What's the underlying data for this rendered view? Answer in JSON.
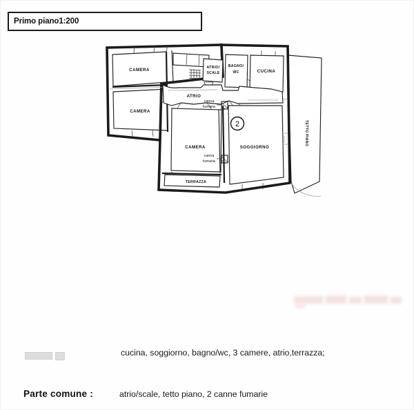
{
  "document": {
    "title_box_text": "Primo piano1:200"
  },
  "plan": {
    "marker": "2",
    "rooms": [
      {
        "id": "camera-1",
        "label": "CAMERA"
      },
      {
        "id": "camera-2",
        "label": "CAMERA"
      },
      {
        "id": "atrio-scale",
        "label_line1": "ATRIO/",
        "label_line2": "SCALE"
      },
      {
        "id": "bagno-wc",
        "label_line1": "BAGNO/",
        "label_line2": "WC"
      },
      {
        "id": "cucina",
        "label": "CUCINA"
      },
      {
        "id": "atrio",
        "label": "ATRIO"
      },
      {
        "id": "camera-3",
        "label": "CAMERA"
      },
      {
        "id": "soggiorno",
        "label": "SOGGIORNO"
      },
      {
        "id": "terrazza",
        "label": "TERRAZZA"
      },
      {
        "id": "tetto-piano",
        "label": "TETTO PIANO"
      }
    ],
    "annotations": [
      {
        "id": "canna-fumaria-1",
        "line1": "canna",
        "line2": "fumaria"
      },
      {
        "id": "canna-fumaria-2",
        "line1": "canna",
        "line2": "fumaria"
      }
    ]
  },
  "legend": {
    "private_units": "cucina, soggiorno, bagno/wc, 3 camere, atrio,terrazza;"
  },
  "footer": {
    "common_label": "Parte comune :",
    "common_value": "atrio/scale, tetto piano, 2 canne fumarie"
  }
}
